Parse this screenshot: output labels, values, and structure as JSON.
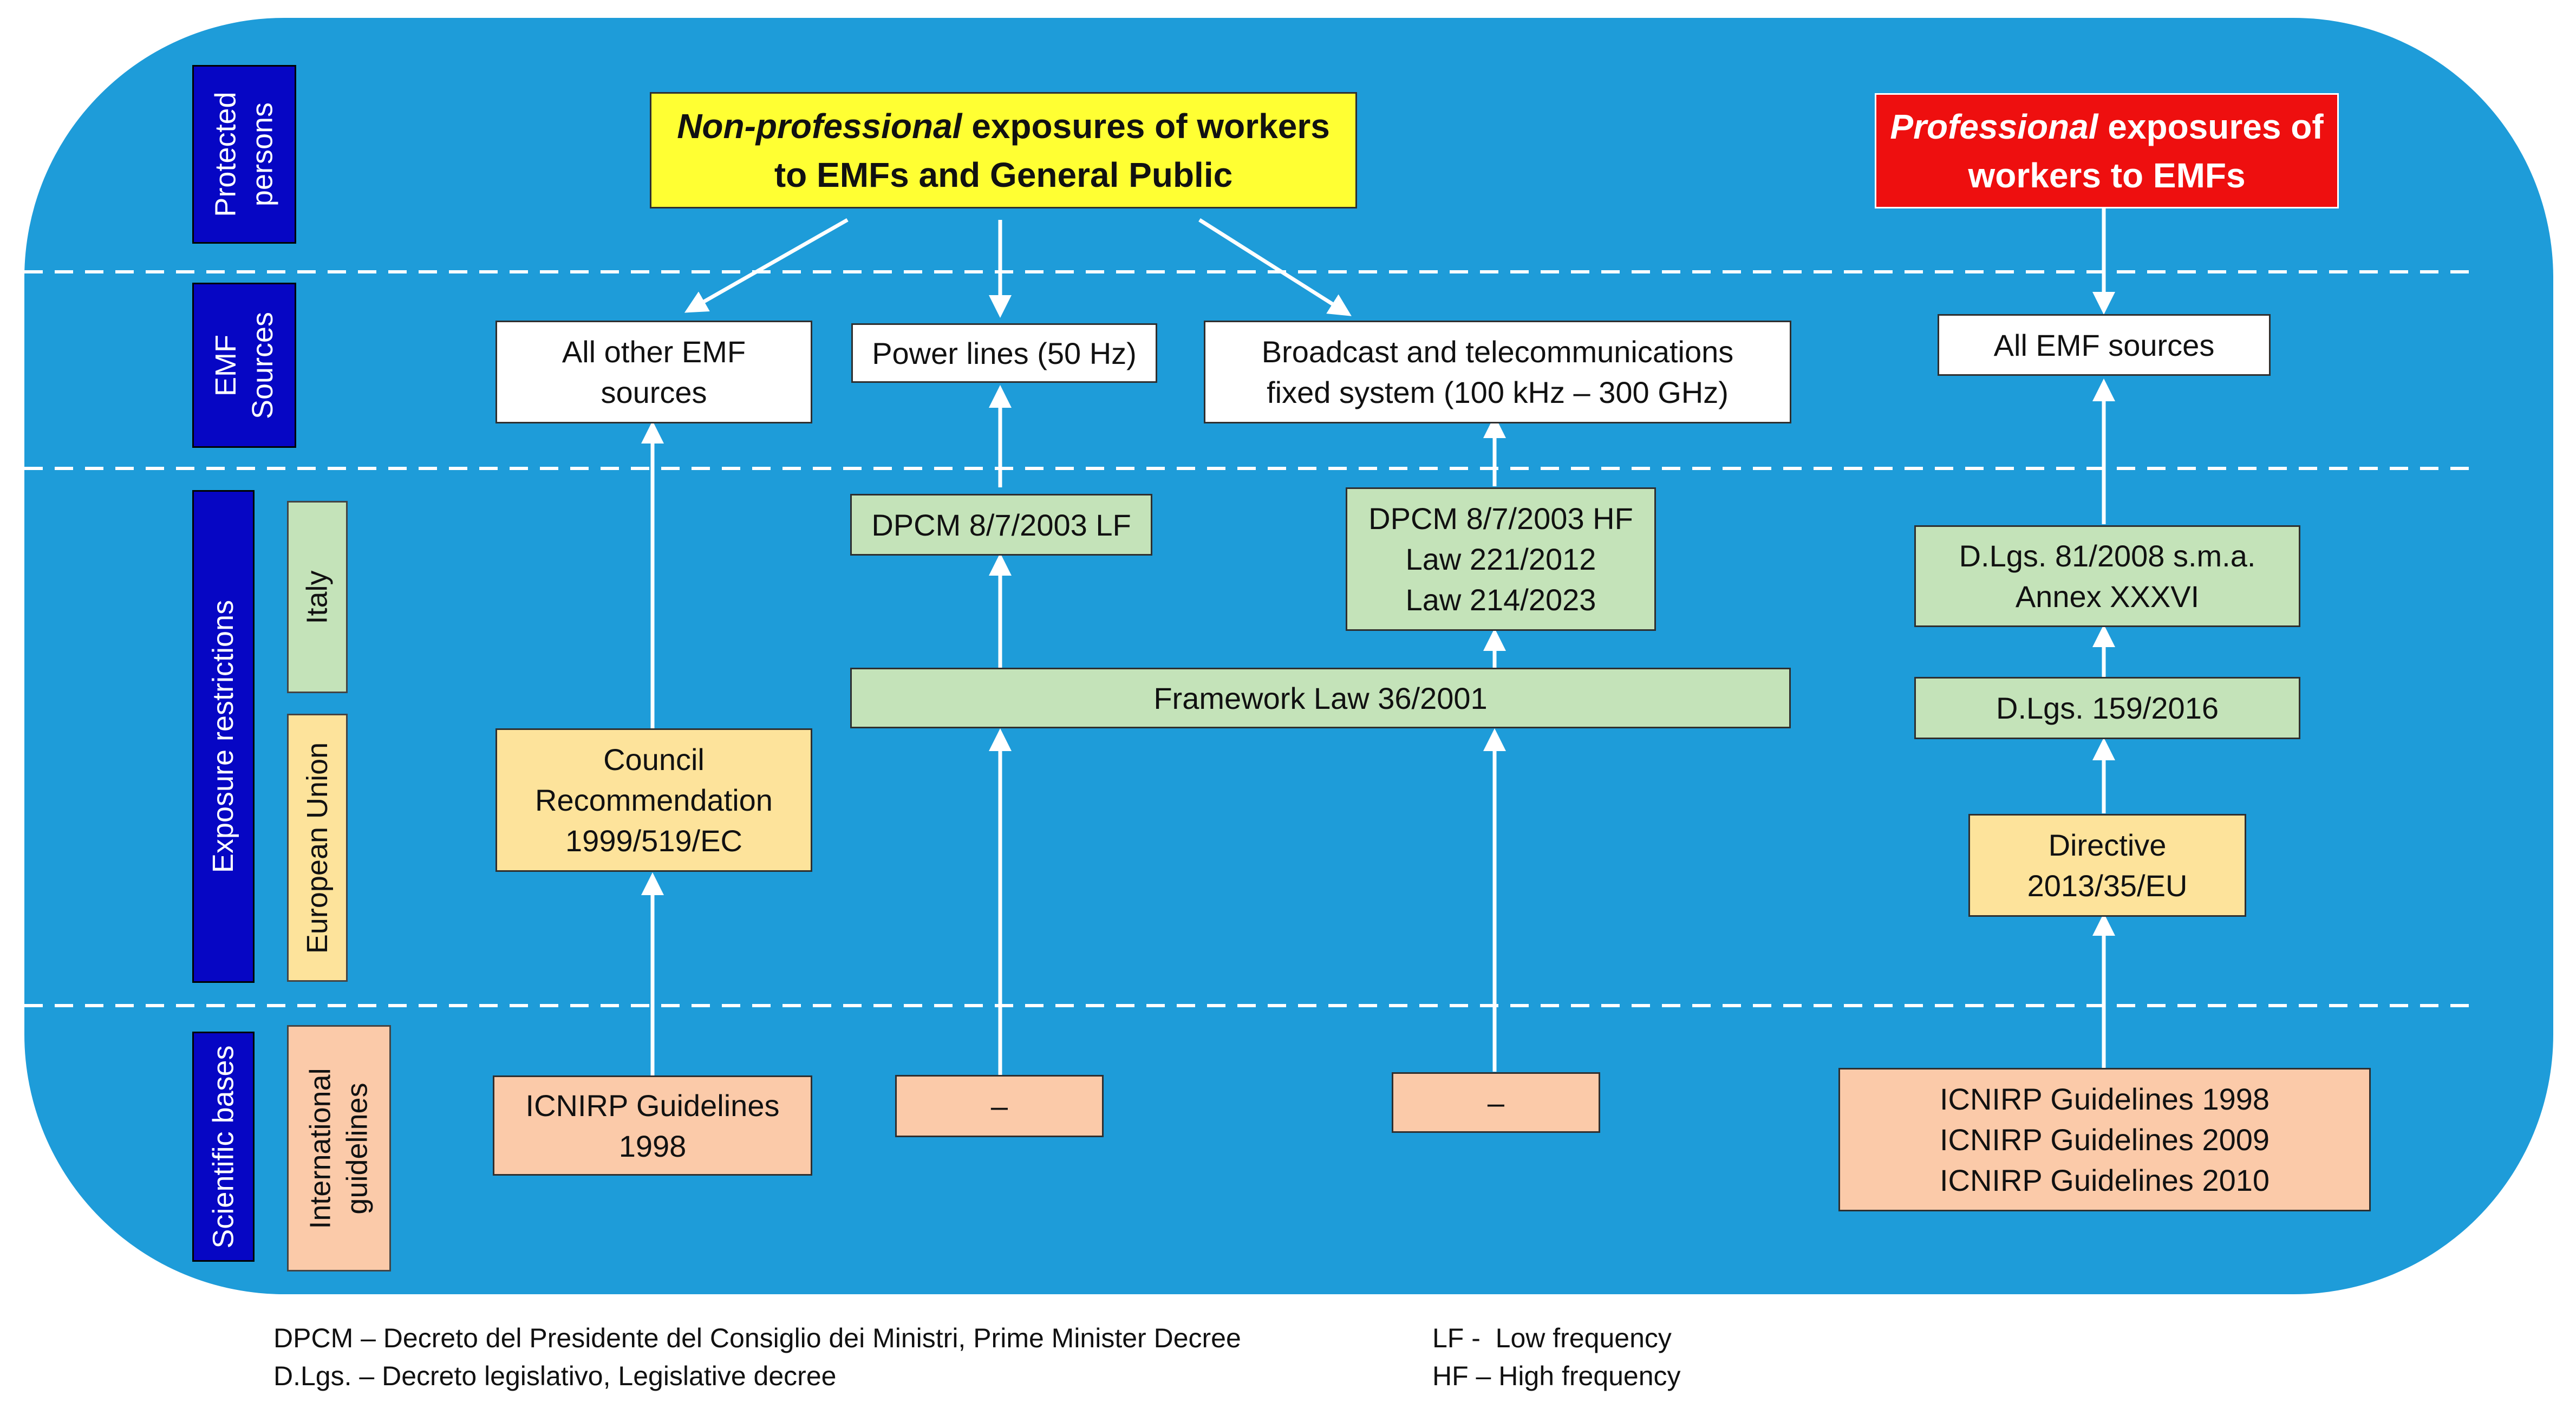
{
  "colors": {
    "panel": "#1e9cd9",
    "navy": "#0606c4",
    "yellow": "#ffff33",
    "red": "#ee0f0f",
    "green": "#c4e3b9",
    "beige": "#fde39b",
    "salmon": "#fbcaa9",
    "white": "#ffffff"
  },
  "rows": {
    "protected": "Protected\npersons",
    "sources": "EMF\nSources",
    "restrictions": "Exposure restrictions",
    "scientific": "Scientific bases"
  },
  "sublabels": {
    "italy": "Italy",
    "eu": "European Union",
    "intl": "International\nguidelines"
  },
  "top": {
    "nonprof_em": "Non-professional",
    "nonprof_rest1": " exposures of workers",
    "nonprof_line2": "to EMFs and General Public",
    "prof_em": "Professional",
    "prof_rest1": " exposures of",
    "prof_line2": "workers to EMFs"
  },
  "sources": {
    "other": "All other EMF\nsources",
    "power": "Power lines (50 Hz)",
    "broadcast": "Broadcast and telecommunications\nfixed system (100 kHz – 300 GHz)",
    "all": "All EMF sources"
  },
  "italy": {
    "dpcm_lf": "DPCM 8/7/2003 LF",
    "dpcm_hf": "DPCM 8/7/2003 HF\nLaw 221/2012\nLaw 214/2023",
    "framework": "Framework Law 36/2001",
    "dlgs81": "D.Lgs. 81/2008 s.m.a.\nAnnex XXXVI",
    "dlgs159": "D.Lgs. 159/2016"
  },
  "eu": {
    "council": "Council\nRecommendation\n1999/519/EC",
    "directive": "Directive\n2013/35/EU"
  },
  "science": {
    "icnirp1998": "ICNIRP Guidelines\n1998",
    "dash1": "–",
    "dash2": "–",
    "icnirp_all": "ICNIRP Guidelines 1998\nICNIRP Guidelines 2009\nICNIRP Guidelines 2010"
  },
  "legend": {
    "dpcm": "DPCM – Decreto del Presidente del Consiglio dei Ministri, Prime Minister Decree",
    "dlgs": "D.Lgs. – Decreto legislativo, Legislative decree",
    "lf": "LF -  Low frequency",
    "hf": "HF – High frequency"
  }
}
